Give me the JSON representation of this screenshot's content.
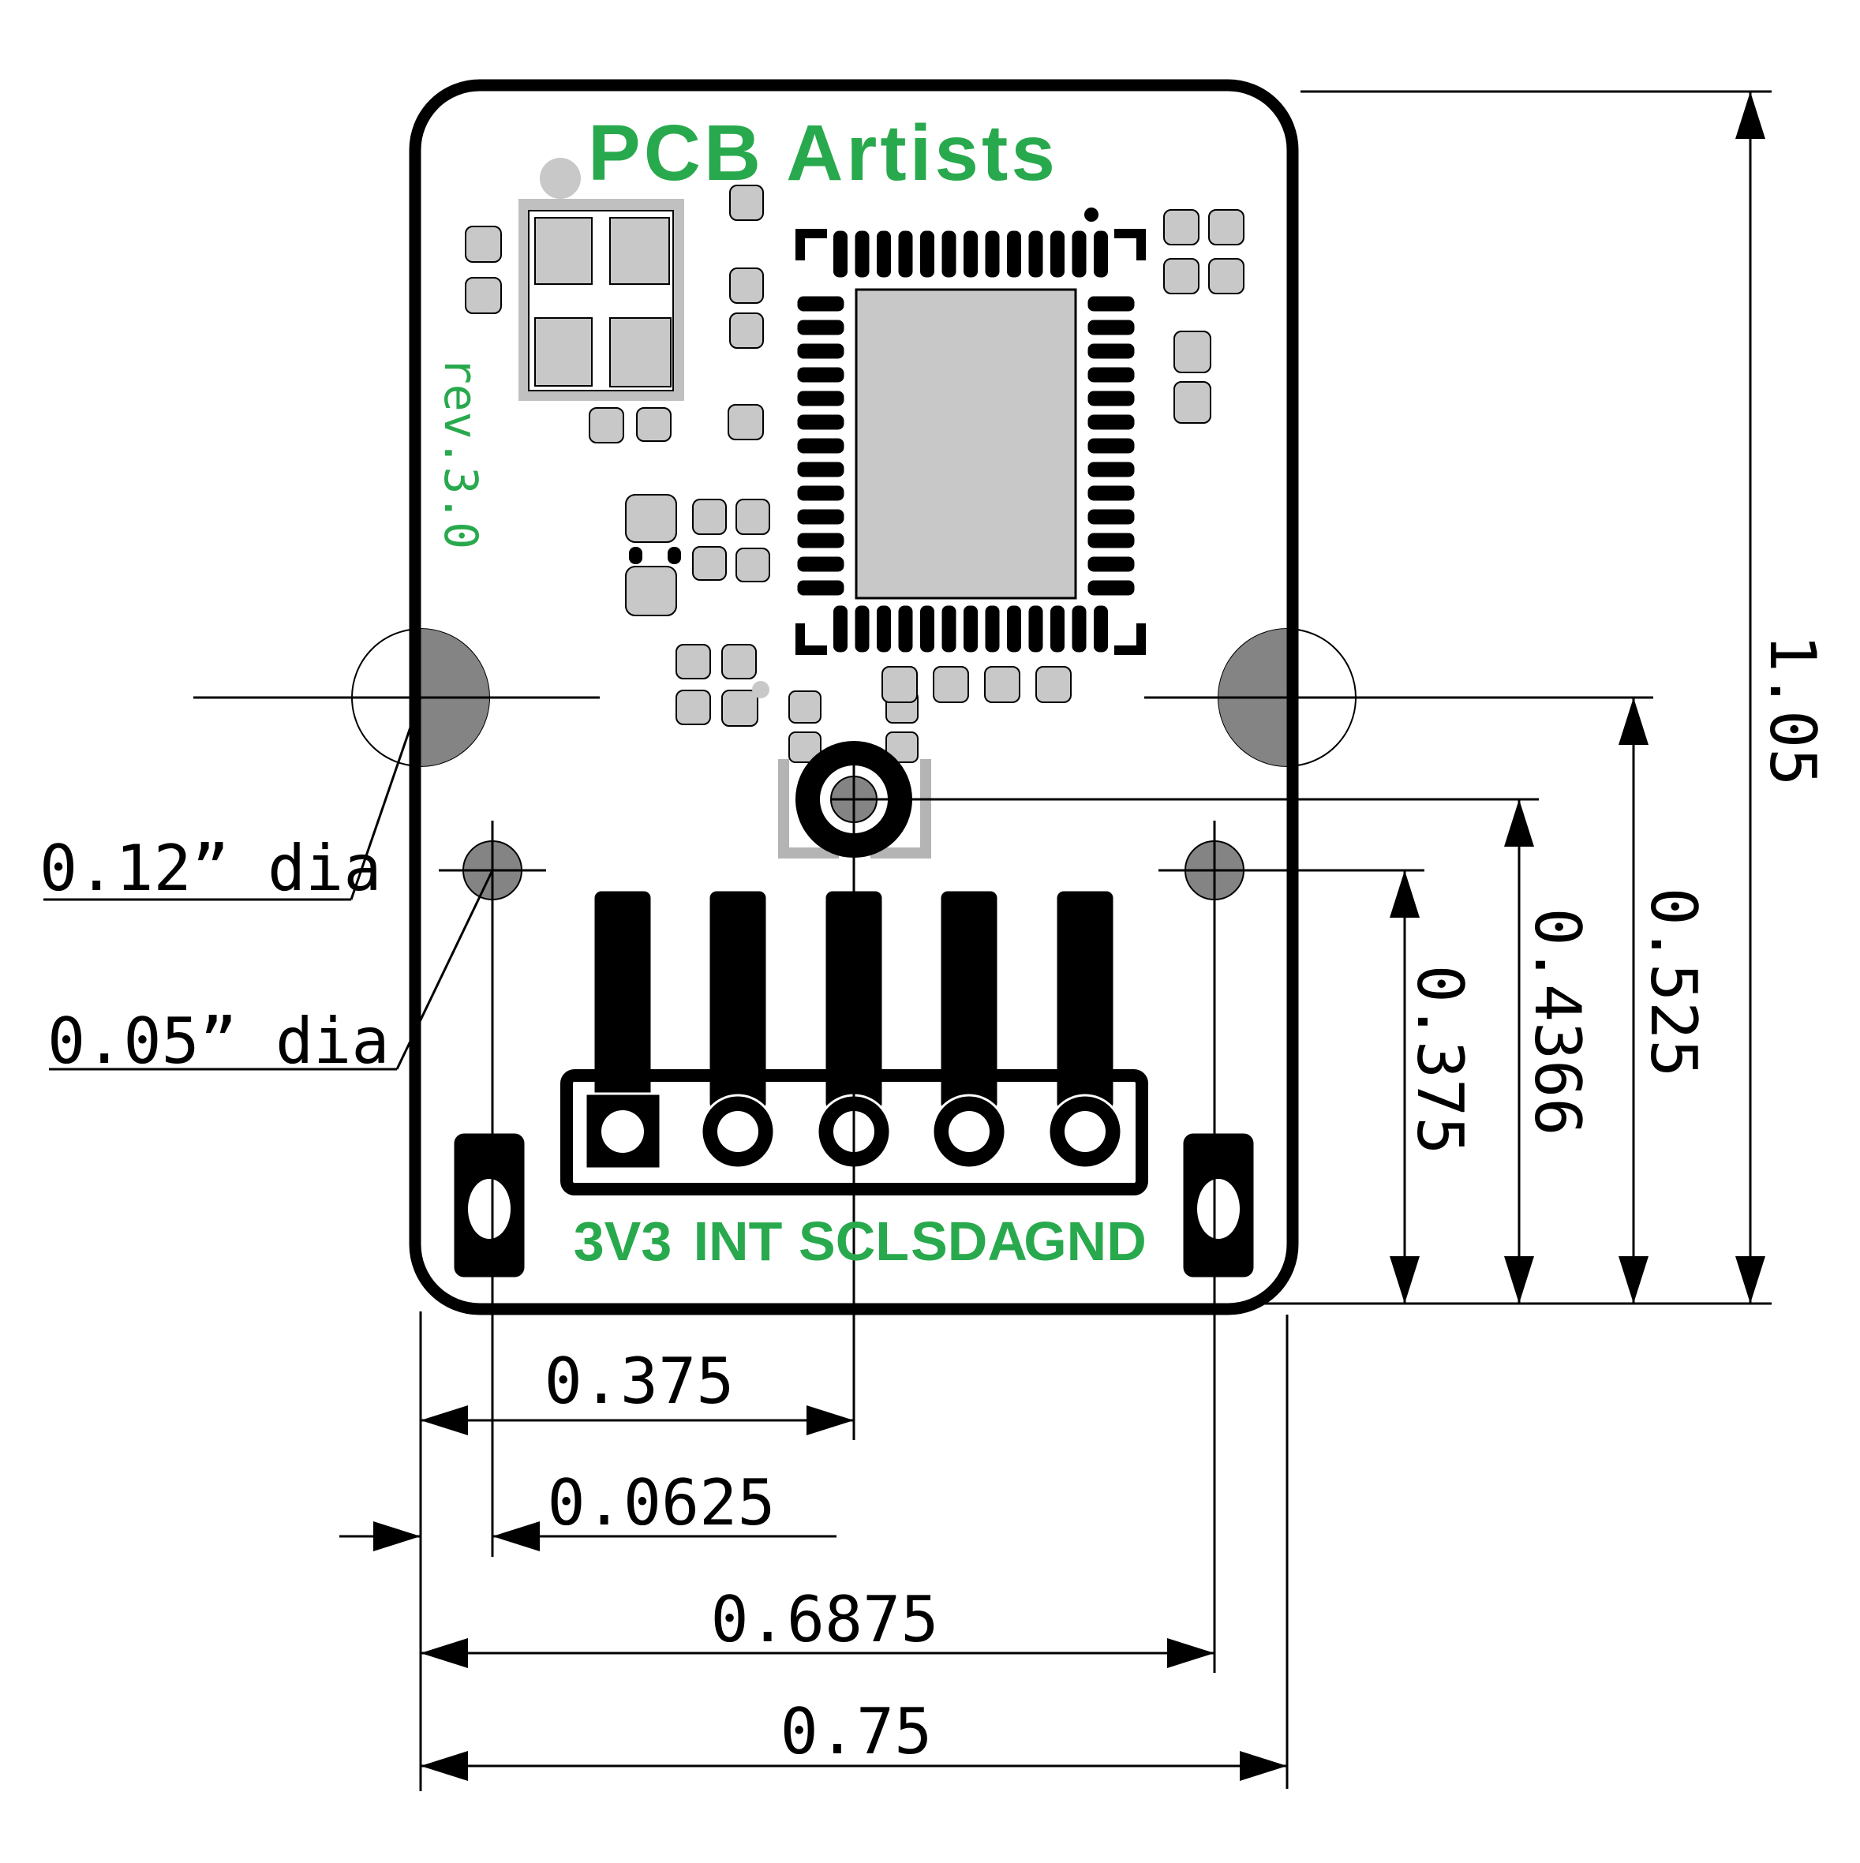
{
  "drawing": {
    "title": "PCB Artists",
    "revision": "rev.3.0",
    "pin_labels": [
      "3V3",
      "INT",
      "SCL",
      "SDA",
      "GND"
    ],
    "dimensions": {
      "board_height_in": "1.05",
      "mount_hole_y_in": "0.525",
      "sensor_y_in": "0.4366",
      "small_hole_y_in": "0.375",
      "pin3_x_in": "0.375",
      "small_hole_x_in": "0.0625",
      "small_hole_span_in": "0.6875",
      "board_width_in": "0.75",
      "mount_hole_dia": "0.12” dia",
      "small_hole_dia": "0.05” dia"
    },
    "colors": {
      "silkscreen_green": "#29a94d",
      "pad_gray": "#c8c8c8",
      "hole_gray": "#848484"
    }
  }
}
